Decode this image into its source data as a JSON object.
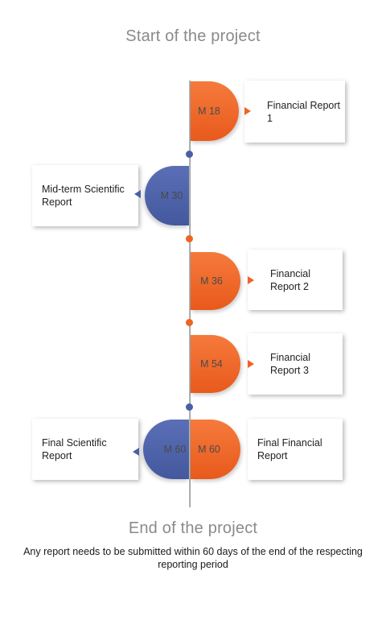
{
  "title_top": "Start of the project",
  "title_bottom": "End of the project",
  "note": "Any report needs to be submitted within 60 days of the end of the respecting reporting period",
  "milestones": {
    "m18": {
      "label": "M 18",
      "report": "Financial Report 1"
    },
    "m30": {
      "label": "M 30",
      "report": "Mid-term Scientific Report"
    },
    "m36": {
      "label": "M 36",
      "report": "Financial Report 2"
    },
    "m54": {
      "label": "M 54",
      "report": "Financial Report 3"
    },
    "m60_sci": {
      "label": "M 60",
      "report": "Final Scientific Report"
    },
    "m60_fin": {
      "label": "M 60",
      "report": "Final Financial Report"
    }
  },
  "colors": {
    "financial": "#ef6424",
    "scientific": "#4a5fa6"
  }
}
